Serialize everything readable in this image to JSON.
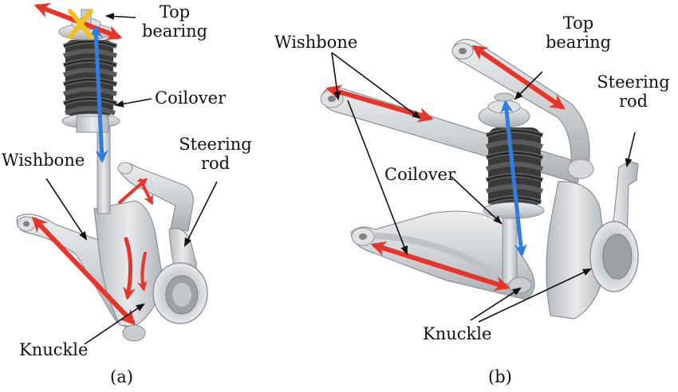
{
  "panel_a": {
    "caption": "(a)",
    "labels": {
      "top_bearing_line1": "Top",
      "top_bearing_line2": "bearing",
      "coilover": "Coilover",
      "wishbone": "Wishbone",
      "steering_line1": "Steering",
      "steering_line2": "rod",
      "knuckle": "Knuckle"
    }
  },
  "panel_b": {
    "caption": "(b)",
    "labels": {
      "wishbone": "Wishbone",
      "top_bearing_line1": "Top",
      "top_bearing_line2": "bearing",
      "steering_line1": "Steering",
      "steering_line2": "rod",
      "coilover": "Coilover",
      "knuckle": "Knuckle"
    }
  },
  "colors": {
    "red_arrow": "#e8352b",
    "blue_arrow": "#2f7de0",
    "yellow_cross": "#f5c21b",
    "metal": "#cfd1d4",
    "spring": "#2b2b2b"
  }
}
